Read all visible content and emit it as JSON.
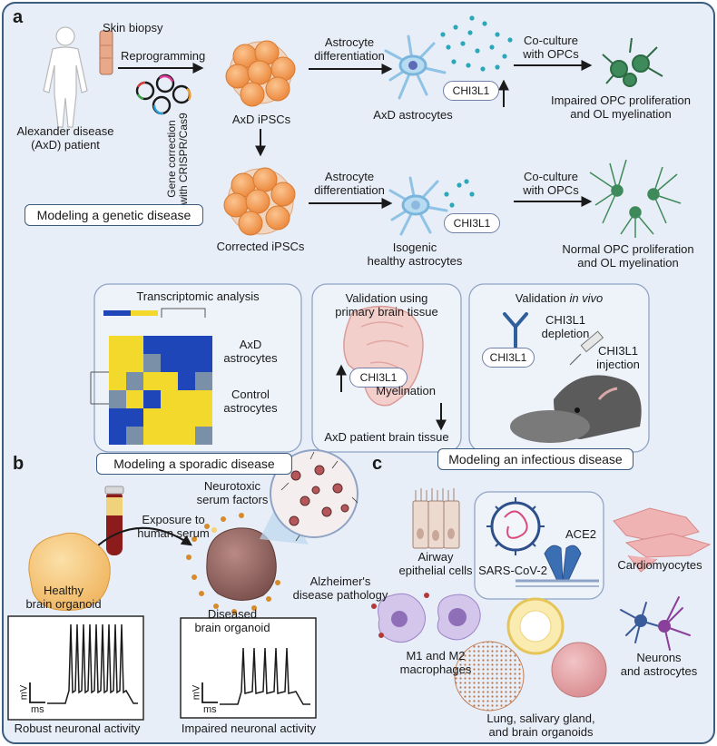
{
  "colors": {
    "panel_bg": "#e8eef7",
    "border": "#3b5b7f",
    "orange": "#f3a061",
    "arrow": "#1a1a1a",
    "blue_astro": "#8fc3e6",
    "green_ol": "#3f8a5a",
    "teal_dots": "#2aa7b8",
    "heat_yellow": "#f2d92b",
    "heat_blue": "#1f46b8"
  },
  "panel_a": {
    "letter": "a",
    "skin_biopsy": "Skin biopsy",
    "reprogramming": "Reprogramming",
    "patient_line1": "Alexander disease",
    "patient_line2": "(AxD) patient",
    "axd_ipscs": "AxD iPSCs",
    "gene_correction_line1": "Gene correction",
    "gene_correction_line2": "with CRISPR/Cas9",
    "corrected_ipscs": "Corrected iPSCs",
    "astro_diff_line1": "Astrocyte",
    "astro_diff_line2": "differentiation",
    "axd_astrocytes": "AxD astrocytes",
    "chi3l1": "CHI3L1",
    "coculture_line1": "Co-culture",
    "coculture_line2": "with OPCs",
    "impaired_line1": "Impaired OPC proliferation",
    "impaired_line2": "and OL myelination",
    "isogenic_line1": "Isogenic",
    "isogenic_line2": "healthy astrocytes",
    "normal_line1": "Normal OPC proliferation",
    "normal_line2": "and OL myelination",
    "modeling_genetic": "Modeling a genetic disease",
    "transcriptomic_title": "Transcriptomic analysis",
    "axd_label_line1": "AxD",
    "axd_label_line2": "astrocytes",
    "control_label_line1": "Control",
    "control_label_line2": "astrocytes",
    "validation_primary_line1": "Validation using",
    "validation_primary_line2": "primary brain tissue",
    "myelination": "Myelination",
    "axd_brain_tissue": "AxD patient brain tissue",
    "validation_vivo_prefix": "Validation ",
    "validation_vivo_italic": "in vivo",
    "chi3l1_depletion_line1": "CHI3L1",
    "chi3l1_depletion_line2": "depletion",
    "chi3l1_injection_line1": "CHI3L1",
    "chi3l1_injection_line2": "injection"
  },
  "panel_b": {
    "letter": "b",
    "modeling_sporadic": "Modeling a sporadic disease",
    "neurotoxic_line1": "Neurotoxic",
    "neurotoxic_line2": "serum factors",
    "exposure_line1": "Exposure to",
    "exposure_line2": "human serum",
    "healthy_line1": "Healthy",
    "healthy_line2": "brain organoid",
    "diseased_line1": "Diseased",
    "diseased_line2": "brain organoid",
    "alz_line1": "Alzheimer's",
    "alz_line2": "disease pathology",
    "mv": "mV",
    "ms": "ms",
    "robust": "Robust neuronal activity",
    "impaired": "Impaired neuronal activity"
  },
  "panel_c": {
    "letter": "c",
    "modeling_infectious": "Modeling an infectious disease",
    "airway_line1": "Airway",
    "airway_line2": "epithelial cells",
    "ace2": "ACE2",
    "sars": "SARS-CoV-2",
    "cardiomyocytes": "Cardiomyocytes",
    "macro_line1": "M1 and M2",
    "macro_line2": "macrophages",
    "neurons_line1": "Neurons",
    "neurons_line2": "and astrocytes",
    "organoids_line1": "Lung, salivary gland,",
    "organoids_line2": "and brain organoids"
  }
}
